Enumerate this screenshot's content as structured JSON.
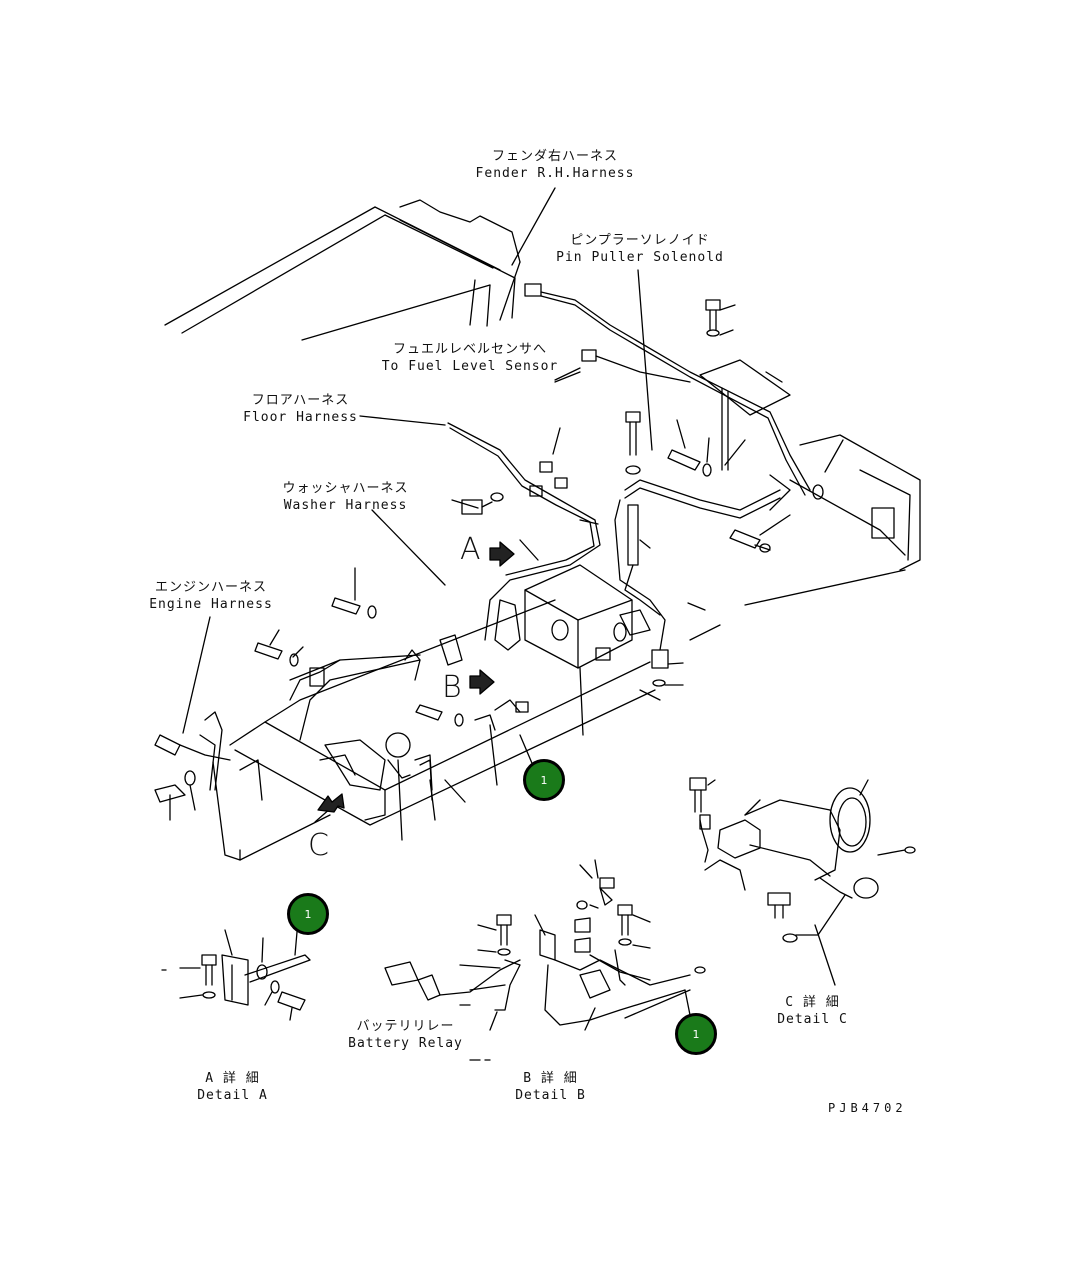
{
  "labels": {
    "fender_rh": {
      "jp": "フェンダ右ハーネス",
      "en": "Fender R.H.Harness"
    },
    "pin_puller": {
      "jp": "ピンプラーソレノイド",
      "en": "Pin Puller Solenold"
    },
    "fuel_level": {
      "jp": "フュエルレベルセンサへ",
      "en": "To Fuel Level Sensor"
    },
    "floor": {
      "jp": "フロアハーネス",
      "en": "Floor Harness"
    },
    "washer": {
      "jp": "ウォッシャハーネス",
      "en": "Washer Harness"
    },
    "engine": {
      "jp": "エンジンハーネス",
      "en": "Engine Harness"
    },
    "battery_relay": {
      "jp": "バッテリリレー",
      "en": "Battery Relay"
    },
    "detail_a": {
      "jp": "A 詳 細",
      "en": "Detail A"
    },
    "detail_b": {
      "jp": "B 詳 細",
      "en": "Detail B"
    },
    "detail_c": {
      "jp": "C 詳 細",
      "en": "Detail C"
    }
  },
  "view_letters": {
    "a": "A",
    "b": "B",
    "c": "C"
  },
  "callouts": {
    "c1": "1",
    "c2": "1",
    "c3": "1"
  },
  "callout_color": "#1a7a1a",
  "drawing_code": "PJB4702"
}
